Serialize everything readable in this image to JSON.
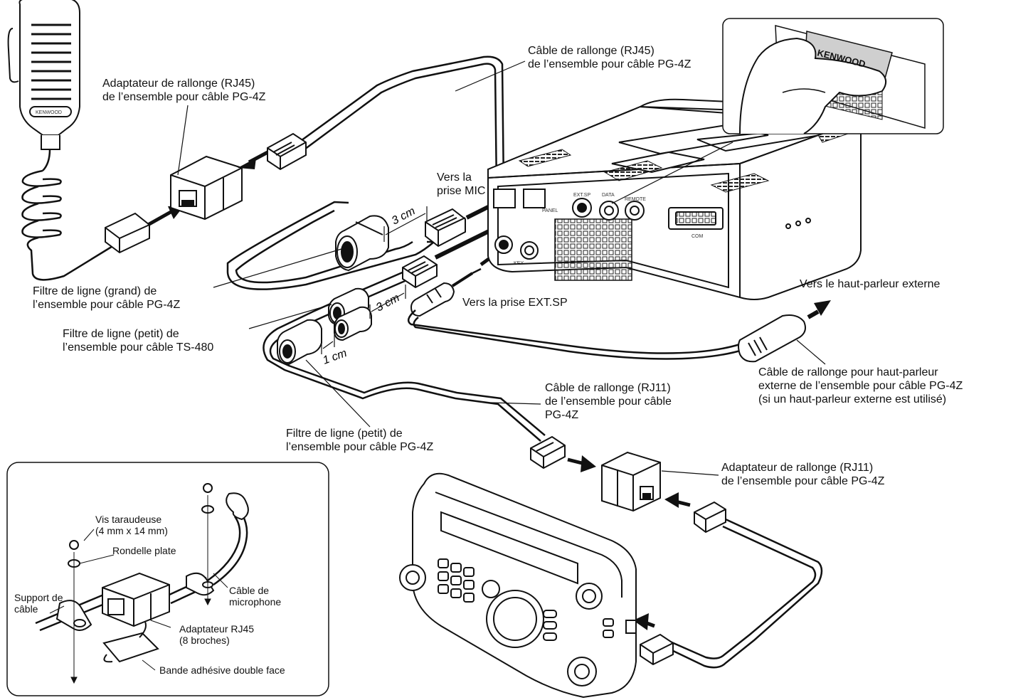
{
  "labels": {
    "ext_rj45_cable": [
      "Câble de rallonge (RJ45)",
      "de l’ensemble pour câble PG-4Z"
    ],
    "rj45_adapter": [
      "Adaptateur de rallonge (RJ45)",
      "de l’ensemble pour câble PG-4Z"
    ],
    "to_mic": [
      "Vers la",
      "prise MIC"
    ],
    "to_ext_sp": "Vers la prise EXT.SP",
    "to_ext_speaker": "Vers le haut-parleur externe",
    "filter_large": [
      "Filtre de ligne (grand) de",
      "l’ensemble pour câble PG-4Z"
    ],
    "filter_small_ts480": [
      "Filtre de ligne (petit) de",
      "l’ensemble pour câble TS-480"
    ],
    "filter_small_pg4z": [
      "Filtre de ligne (petit) de",
      "l’ensemble pour câble PG-4Z"
    ],
    "ext_rj11_cable": [
      "Câble de rallonge (RJ11)",
      "de l’ensemble pour câble",
      "PG-4Z"
    ],
    "speaker_cable": [
      "Câble de rallonge pour haut-parleur",
      "externe de l’ensemble pour câble PG-4Z",
      "(si un haut-parleur externe est utilisé)"
    ],
    "rj11_adapter": [
      "Adaptateur de rallonge (RJ11)",
      "de l’ensemble pour câble PG-4Z"
    ],
    "dim_3cm": "3 cm",
    "dim_1cm": "1 cm"
  },
  "inset_labels": {
    "screw": [
      "Vis taraudeuse",
      "(4 mm x 14 mm)"
    ],
    "washer": "Rondelle plate",
    "support": [
      "Support de",
      "câble"
    ],
    "mic_cable": [
      "Câble de",
      "microphone"
    ],
    "rj45_adapter": [
      "Adaptateur RJ45",
      "(8 broches)"
    ],
    "tape": "Bande adhésive double face"
  },
  "panel_markings": {
    "brand": "KENWOOD",
    "ext_sp": "EXT.SP",
    "data": "DATA",
    "remote": "REMOTE",
    "com": "COM",
    "panel": "PANEL",
    "key": "KEY"
  }
}
